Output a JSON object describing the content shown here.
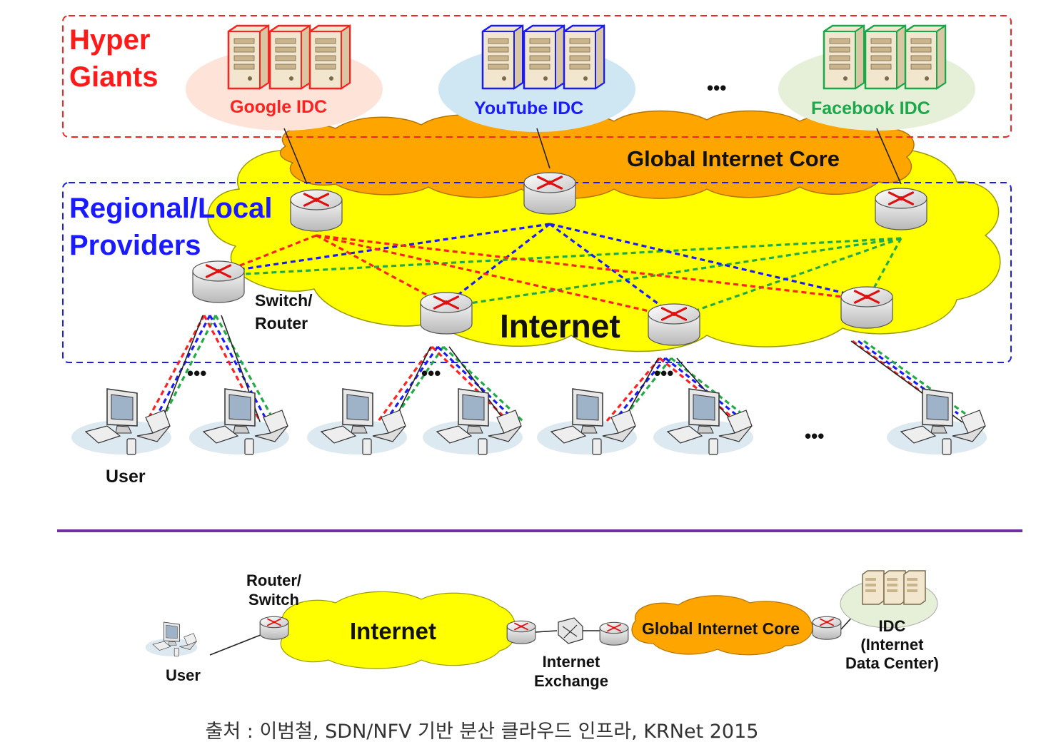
{
  "top": {
    "hyper_giants": [
      "Hyper",
      "Giants"
    ],
    "regional_providers": [
      "Regional/Local",
      "Providers"
    ],
    "idcs": [
      {
        "label": "Google IDC",
        "color": "#ff2020"
      },
      {
        "label": "YouTube IDC",
        "color": "#1a1aff"
      },
      {
        "label": "Facebook IDC",
        "color": "#1aa84a"
      }
    ],
    "ellipsis": "•••",
    "global_core_label": "Global Internet Core",
    "internet_label": "Internet",
    "switch_router_label": [
      "Switch/",
      "Router"
    ],
    "user_label": "User"
  },
  "bottom": {
    "router_switch_label": [
      "Router/",
      "Switch"
    ],
    "internet_label": "Internet",
    "internet_exchange_label": [
      "Internet",
      "Exchange"
    ],
    "global_core_label": "Global Internet Core",
    "idc_label": [
      "IDC",
      "(Internet",
      "Data Center)"
    ],
    "user_label": "User"
  },
  "caption": "출처 : 이범철, SDN/NFV 기반 분산 클라우드 인프라, KRNet 2015",
  "colors": {
    "cloud_yellow": "#ffff00",
    "cloud_orange": "#ffa500",
    "hyper_border": "#ff2020",
    "regional_border": "#1a1aff",
    "divider": "#7030a0",
    "link_red": "#ff2020",
    "link_blue": "#1a1aff",
    "link_green": "#22aa44"
  }
}
